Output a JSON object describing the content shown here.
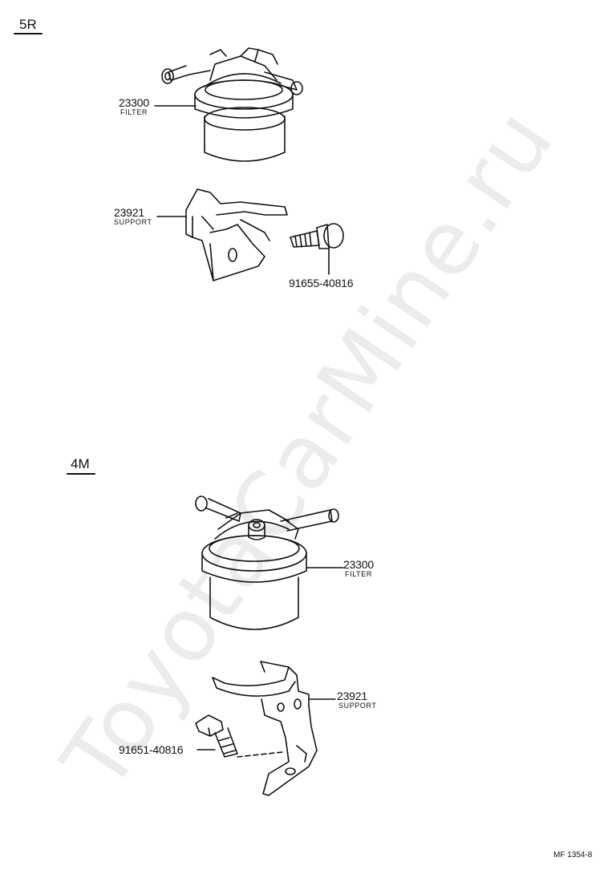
{
  "watermark": "ToyotaCarMine.ru",
  "sections": [
    {
      "code": "5R",
      "parts": [
        {
          "number": "23300",
          "name": "FILTER"
        },
        {
          "number": "23921",
          "name": "SUPPORT"
        },
        {
          "number": "91655-40816",
          "name": ""
        }
      ]
    },
    {
      "code": "4M",
      "parts": [
        {
          "number": "23300",
          "name": "FILTER"
        },
        {
          "number": "23921",
          "name": "SUPPORT"
        },
        {
          "number": "91651-40816",
          "name": ""
        }
      ]
    }
  ],
  "figure_code": "MF 1354-8"
}
